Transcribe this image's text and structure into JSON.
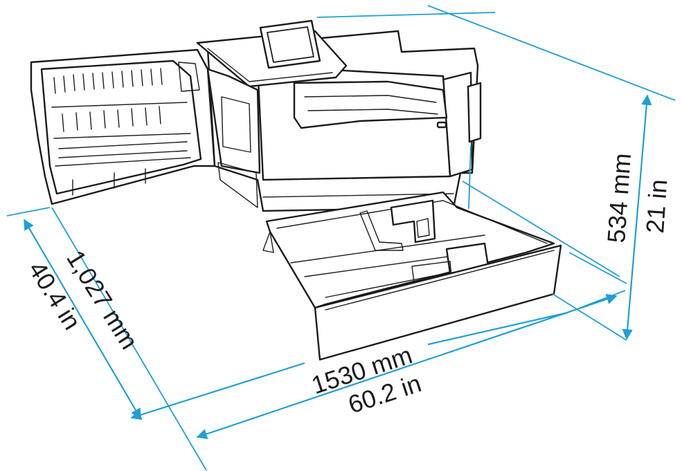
{
  "colors": {
    "dimension": "#1f9fd5",
    "outline": "#1b1b1b",
    "background": "#ffffff"
  },
  "dimensions": {
    "height": {
      "metric": "534 mm",
      "imperial": "21 in"
    },
    "depth": {
      "metric": "1,027 mm",
      "imperial": "40.4 in"
    },
    "width": {
      "metric": "1530 mm",
      "imperial": "60.2 in"
    }
  }
}
